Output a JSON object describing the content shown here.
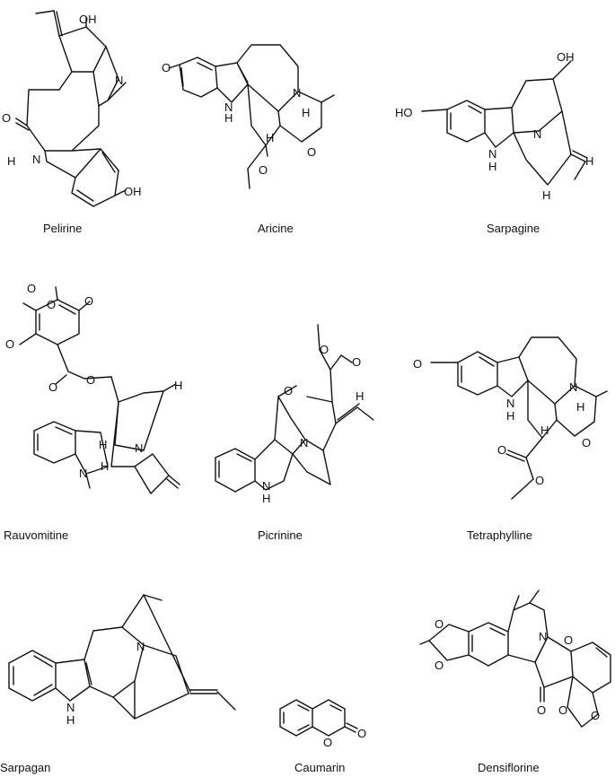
{
  "compounds": [
    {
      "name": "Pelirine"
    },
    {
      "name": "Aricine"
    },
    {
      "name": "Sarpagine"
    },
    {
      "name": "Rauvomitine"
    },
    {
      "name": "Picrinine"
    },
    {
      "name": "Tetraphylline"
    },
    {
      "name": "Sarpagan"
    },
    {
      "name": "Caumarin"
    },
    {
      "name": "Densiflorine"
    }
  ],
  "atoms": {
    "oh": "OH",
    "ho": "HO",
    "h": "H",
    "n": "N",
    "o": "O"
  }
}
